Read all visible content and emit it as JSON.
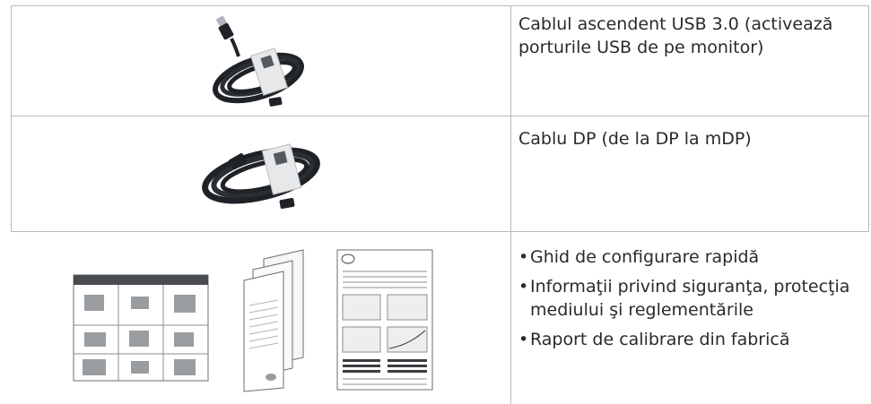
{
  "rows": [
    {
      "image_icon": "usb-cable-icon",
      "text": "Cablul ascendent USB 3.0 (activează porturile USB de pe monitor)"
    },
    {
      "image_icon": "dp-cable-icon",
      "text": "Cablu DP (de la DP la mDP)"
    },
    {
      "image_icon": "documents-icon",
      "bullets": [
        "Ghid de configurare rapidă",
        "Informaţii privind siguranţa, protecţia mediului şi reglementările",
        "Raport de calibrare din fabrică"
      ]
    }
  ],
  "bullet_char": "•",
  "colors": {
    "border": "#b9b9b9",
    "text": "#2a2a2a",
    "cable": "#1f2226"
  }
}
